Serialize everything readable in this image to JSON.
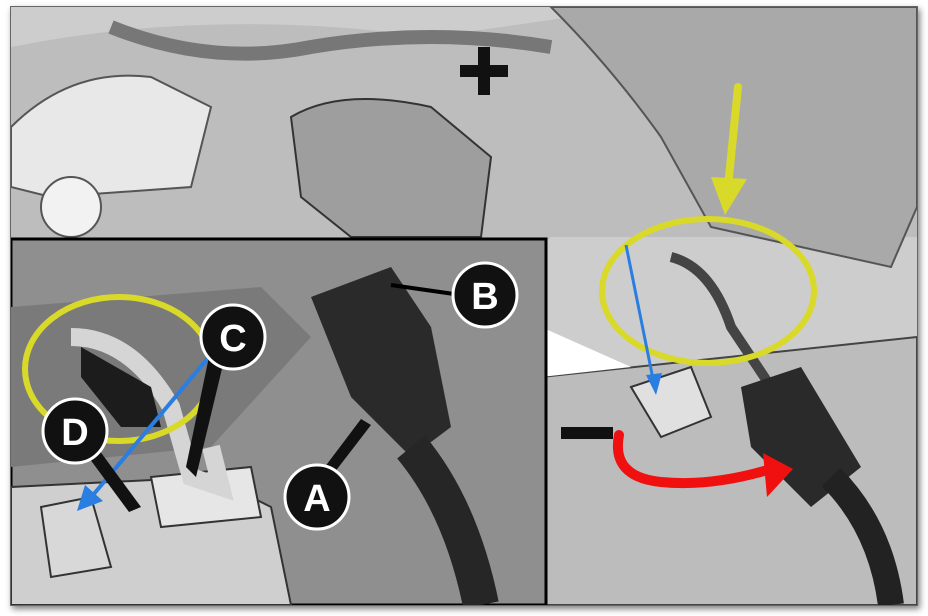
{
  "diagram": {
    "terminal_signs": {
      "positive": "+",
      "negative": "−"
    },
    "callouts": [
      {
        "id": "A",
        "label": "A"
      },
      {
        "id": "B",
        "label": "B"
      },
      {
        "id": "C",
        "label": "C"
      },
      {
        "id": "D",
        "label": "D"
      }
    ],
    "annotation_colors": {
      "highlight": "#d9d92a",
      "arrow_blue": "#2a7de1",
      "arrow_red": "#f01010"
    }
  }
}
